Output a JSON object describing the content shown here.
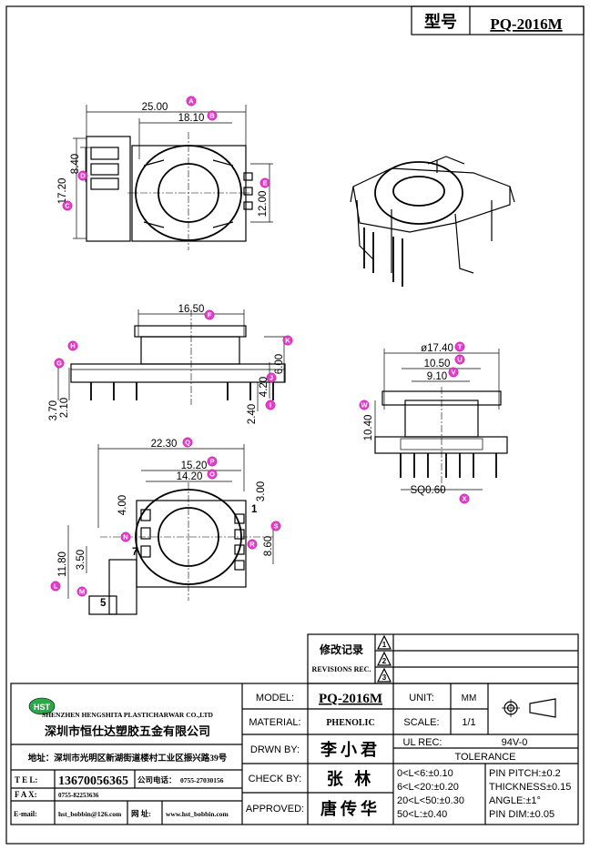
{
  "header": {
    "model_label": "型号",
    "model_value": "PQ-2016M"
  },
  "dimensions": {
    "top_view": {
      "a": "25.00",
      "b": "18.10",
      "d": "8.40",
      "c": "17.20",
      "e": "12.00"
    },
    "side_view": {
      "f": "16.50",
      "g6": "6.00",
      "g42": "4.20",
      "g240": "2.40",
      "g370": "3.70",
      "g210": "2.10"
    },
    "bottom_view": {
      "g": "22.30",
      "p": "15.20",
      "q": "14.20",
      "v400": "4.00",
      "v300": "3.00",
      "v860": "8.60",
      "v1180": "11.80",
      "v350": "3.50",
      "pin1": "1",
      "pin5": "5",
      "pin7": "7"
    },
    "end_view": {
      "dia": "ø17.40",
      "w1050": "10.50",
      "w910": "9.10",
      "h1040": "10.40",
      "sq": "SQ0.60"
    }
  },
  "bubbles": [
    "A",
    "B",
    "C",
    "D",
    "E",
    "F",
    "G",
    "H",
    "I",
    "J",
    "K",
    "L",
    "M",
    "N",
    "O",
    "P",
    "Q",
    "R",
    "S",
    "T",
    "U",
    "V",
    "W",
    "X"
  ],
  "revisions": {
    "label_cn": "修改记录",
    "label_en": "REVISIONS REC.",
    "rows": [
      "1",
      "2",
      "3"
    ]
  },
  "company": {
    "logo": "HST",
    "name_en": "SHENZHEN HENGSHITA PLASTICHARWAR CO.,LTD",
    "name_cn": "深圳市恒仕达塑胶五金有限公司",
    "address": "地址：深圳市光明区新湖街道楼村工业区振兴路39号",
    "tel_label": "T E L:",
    "tel_value": "13670056365",
    "company_tel_label": "公司电话：",
    "company_tel_value": "0755-27030156",
    "fax_label": "F A X:",
    "fax_value": "0755-82253636",
    "email_label": "E-mail:",
    "email_value": "hst_bobbin@126.com",
    "web_label": "网 址:",
    "web_value": "www.hst_bobbin.com"
  },
  "title_block": {
    "model_label": "MODEL:",
    "model_value": "PQ-2016M",
    "material_label": "MATERIAL:",
    "material_value": "PHENOLIC",
    "drawn_label": "DRWN BY:",
    "drawn_value": "李小君",
    "check_label": "CHECK BY:",
    "check_value": "张 林",
    "approved_label": "APPROVED:",
    "approved_value": "唐传华",
    "unit_label": "UNIT:",
    "unit_value": "MM",
    "scale_label": "SCALE:",
    "scale_value": "1/1",
    "ul_label": "UL REC:",
    "ul_value": "94V-0",
    "tolerance_label": "TOLERANCE",
    "tol": [
      "0<L<6:±0.10",
      "6<L<20:±0.20",
      "20<L<50:±0.30",
      "50<L:±0.40"
    ],
    "spec": [
      "PIN PITCH:±0.2",
      "THICKNESS±0.15",
      "ANGLE:±1°",
      "PIN DIM:±0.05"
    ]
  }
}
